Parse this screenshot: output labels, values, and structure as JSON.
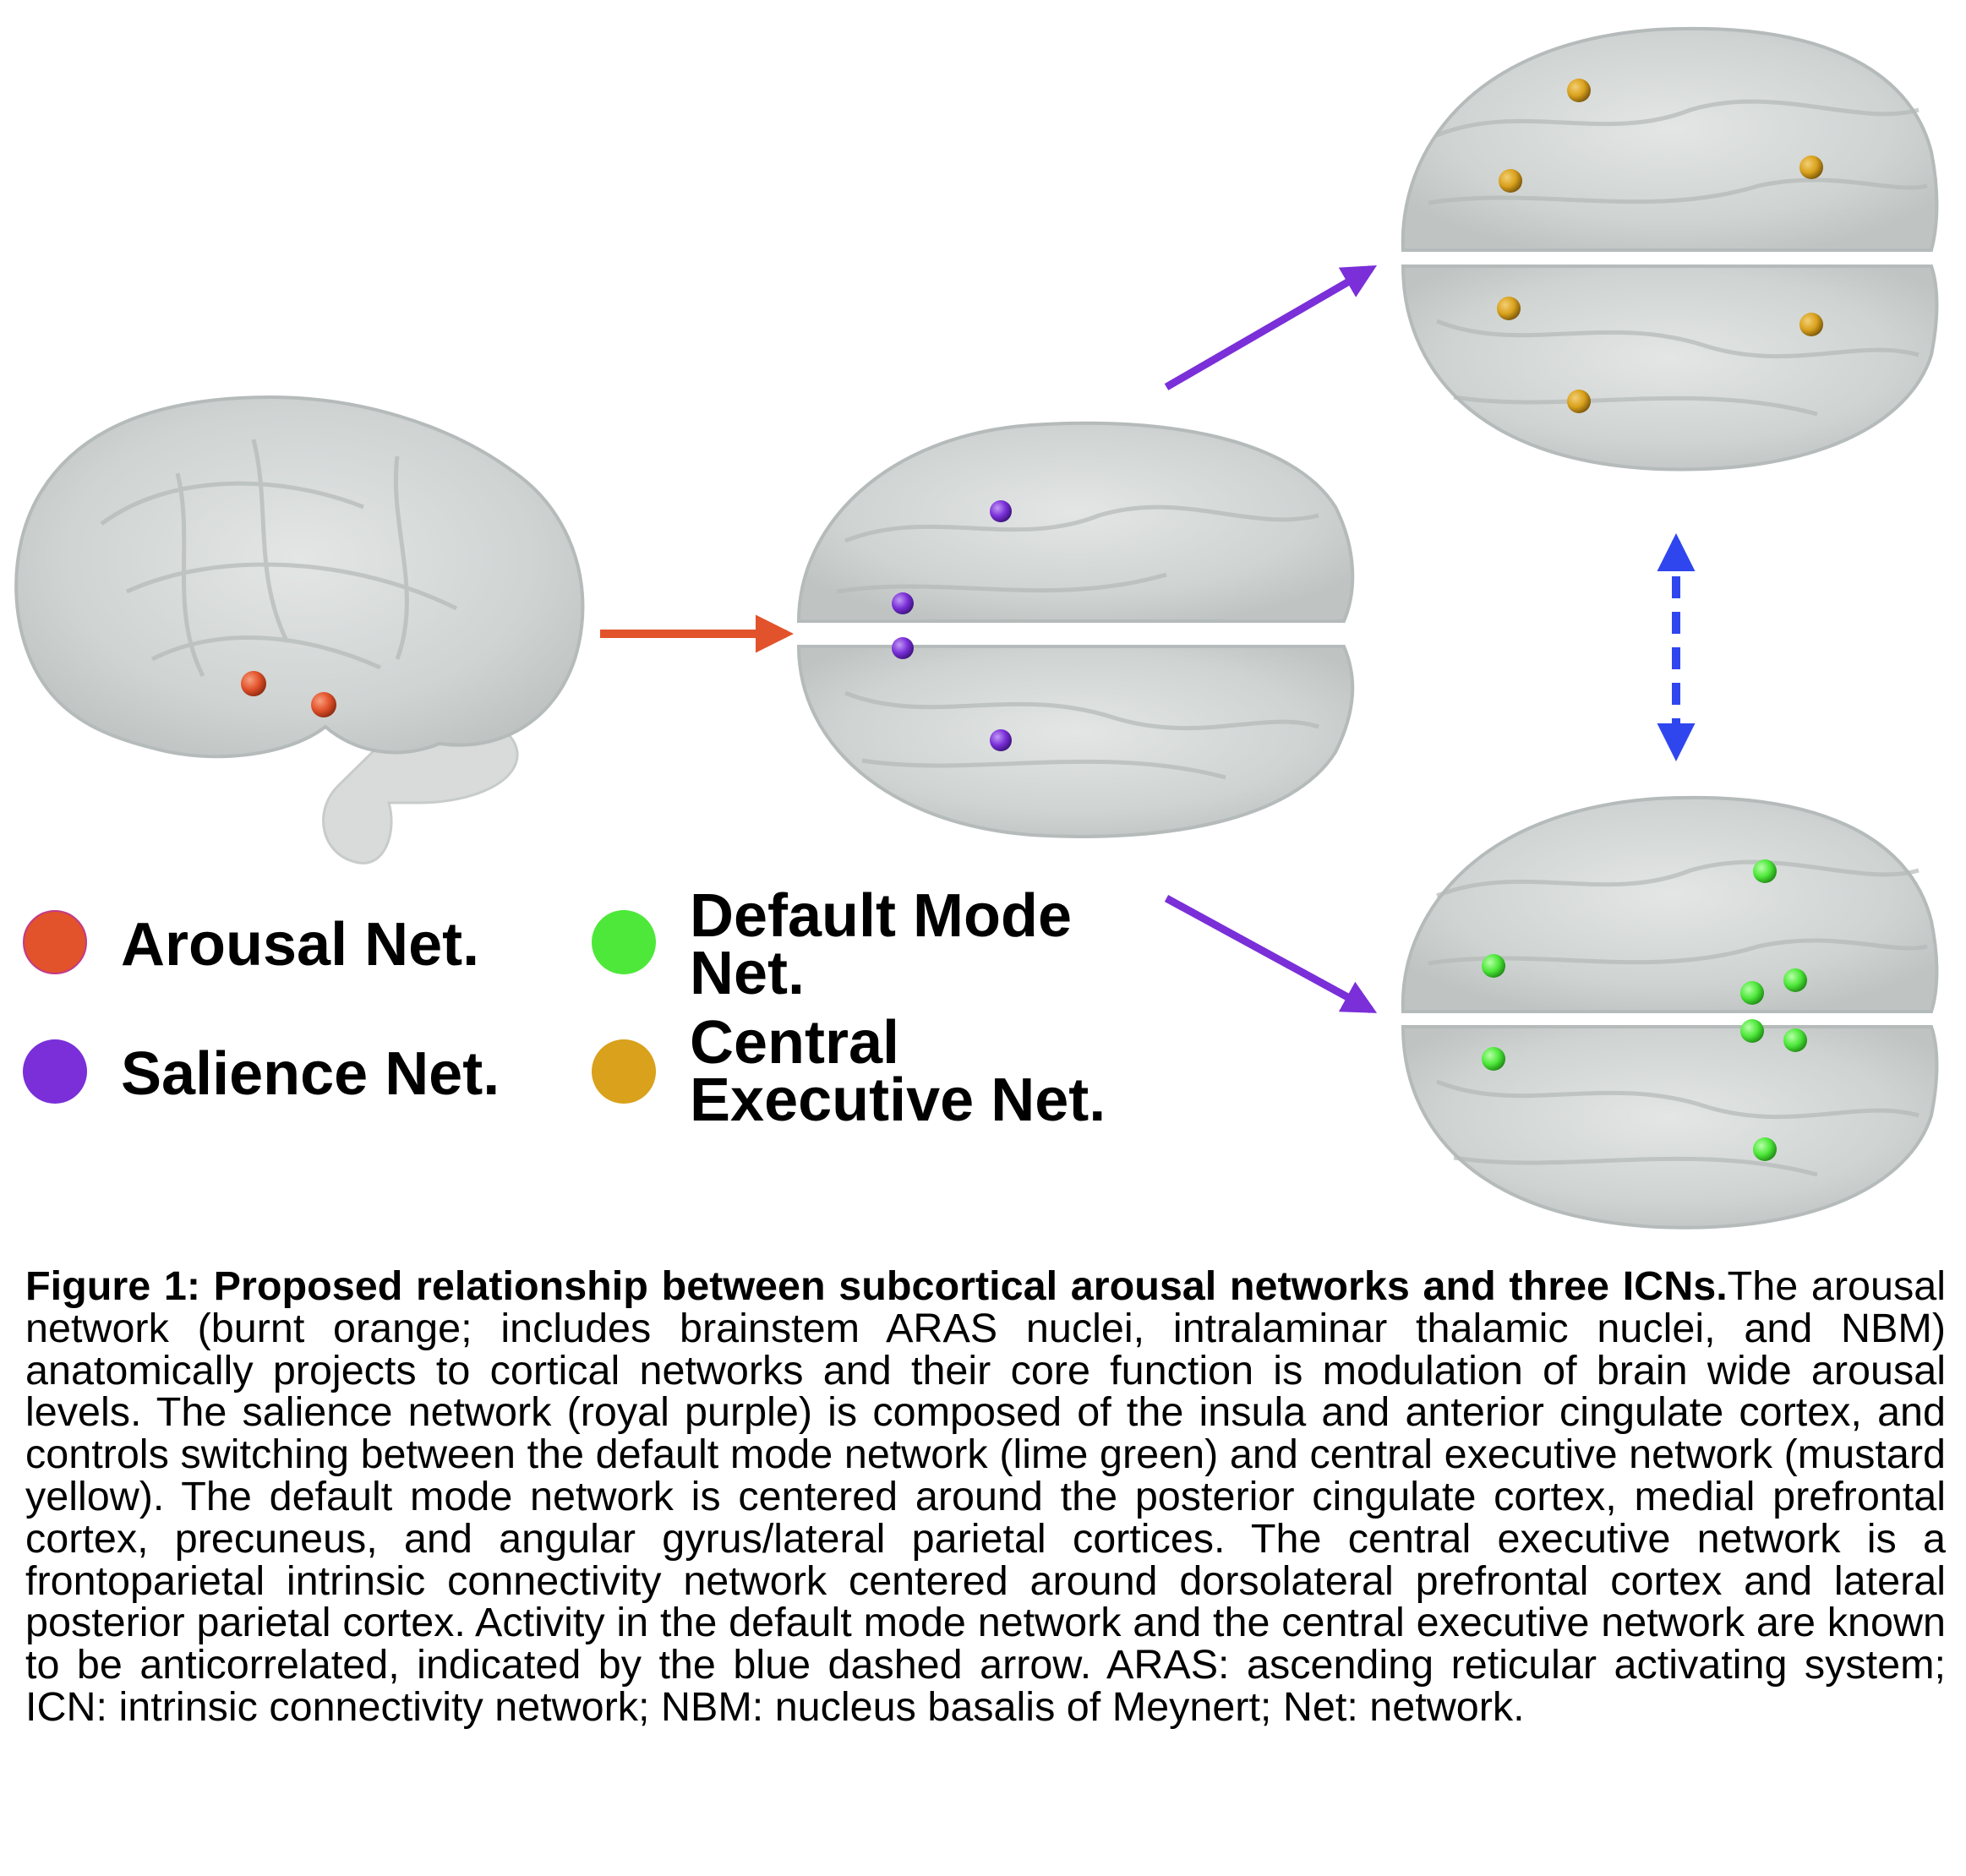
{
  "colors": {
    "arousal": "#e2522b",
    "salience": "#7a2fd8",
    "default_mode": "#4ee83a",
    "central_executive": "#d9a11c",
    "arousal_arrow": "#e2522b",
    "salience_arrow": "#7a2fd8",
    "anticorrelation_arrow": "#2f46ee",
    "brain": "#cdd1d0"
  },
  "legend": [
    {
      "label": "Arousal Net.",
      "color": "#e2522b"
    },
    {
      "label": "Salience Net.",
      "color": "#7a2fd8"
    },
    {
      "label_line1": "Default Mode",
      "label_line2": "Net.",
      "color": "#4ee83a"
    },
    {
      "label_line1": "Central",
      "label_line2": "Executive Net.",
      "color": "#d9a11c"
    }
  ],
  "caption": {
    "title": "Figure 1: Proposed relationship between subcortical arousal networks and three ICNs.",
    "body": "The arousal network (burnt orange; includes brainstem ARAS nuclei, intralaminar thalamic nuclei, and NBM) anatomically projects to cortical networks and their core function is modulation of brain wide arousal levels. The salience network (royal purple) is composed of the insula and anterior cingulate cortex, and controls switching between the default mode network (lime green) and central executive network (mustard yellow). The default mode network is centered around the posterior cingulate cortex, medial prefrontal cortex, precuneus, and angular gyrus/lateral parietal cortices. The central executive network is a frontoparietal intrinsic connectivity network centered around dorsolateral prefrontal cortex and lateral posterior parietal cortex. Activity in the default mode network and the central executive network are known to be anticorrelated, indicated by the blue dashed arrow. ARAS: ascending reticular activating system; ICN: intrinsic connectivity network; NBM: nucleus basalis of Meynert; Net: network."
  }
}
